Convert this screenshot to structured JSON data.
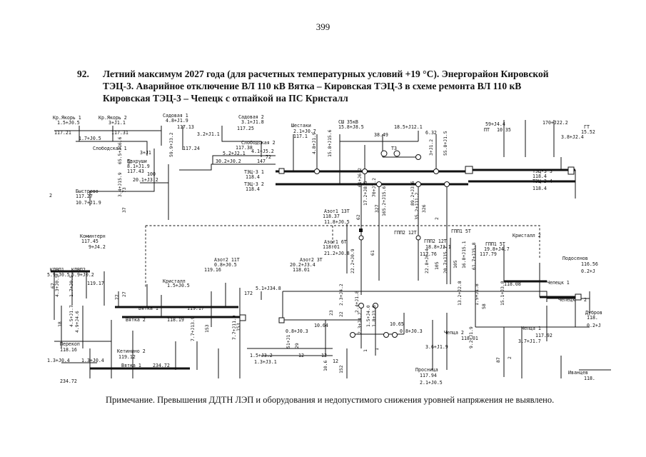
{
  "page_number": "399",
  "heading": {
    "number": "92.",
    "line1": "Летний максимум 2027 года (для расчетных температурных условий +19 °С). Энергорайон Кировской",
    "line2": "ТЭЦ-3. Аварийное отключение ВЛ 110 кВ Вятка – Кировская ТЭЦ-3 в схеме ремонта ВЛ 110 кВ",
    "line3": "Кировская ТЭЦ-3 – Чепецк с отпайкой на ПС Кристалл"
  },
  "scheme": {
    "labels": {
      "kr_yakor1": "Кр.Якорь 1",
      "kr_yakor1_flow": "1.5+J0.5",
      "kr_yakor1_u": "117.21",
      "kr_yakor2": "Кр.Якорь 2",
      "kr_yakor2_flow": "3+J1.1",
      "kr_yakor2_u": "117.31",
      "sadovaya1": "Садовая 1",
      "sadovaya1_flow": "4.8+J1.9",
      "sadovaya1_u": "117.13",
      "sadovaya2": "Садовая 2",
      "sadovaya2_flow": "3.1+J1.8",
      "sadovaya2_u": "117.25",
      "shestaki": "Шестаки",
      "shestaki_flow": "2.1+J0.7",
      "shestaki_u": "117.1",
      "sh_35": "СШ 35кВ",
      "sh_35_flow": "15.8+J8.5",
      "sh_35_u": "38.49",
      "t3": "Т3",
      "t3_flow": "18.5+J12.1",
      "t3_u": "6.32",
      "pt_flow": "59+J4.4",
      "pt": "ПТ",
      "pt_u": "10.35",
      "gt_flow": "170+J22.2",
      "gt": "ГТ",
      "gt_u": "15.52",
      "gt_sn": "3.8+J2.4",
      "flow_1_7": "1.7+J0.5",
      "flow_3_2": "3.2+J1.1",
      "slobodskaya1": "Слободская 1",
      "slobodskaya1_flow": "3+J1",
      "slobodskaya1_u": "117.24",
      "slobodskaya2": "Слободская 2",
      "slobodskaya2_u": "117.38",
      "flow_5_2": "5.2+J2.1",
      "flow_4_1": "4.1+J5.2",
      "n72": "72",
      "vakhrushi": "Вахруши",
      "vakhrushi_flow": "8.1+J1.9",
      "vakhrushi_u": "117.43",
      "n100": "100",
      "flow_20_1": "20.1+J3.2",
      "flow_30_2": "30.2+J0.2",
      "n147": "147",
      "tec3_1": "ТЭЦ-3 1",
      "tec3_1_u": "118.4",
      "tec3_2": "ТЭЦ-3 2",
      "tec3_2_u": "118.4",
      "tec3_3": "ТЭЦ-3 3",
      "tec3_3_u": "118.4",
      "tec3_4": "ТЭЦ-3 4",
      "tec3_4_u": "118.4",
      "n2_left": "2",
      "bystrovo": "Быстрово",
      "bystrovo_u": "117.27",
      "bystrovo_flow": "10.7+J1.9",
      "azot1_13t": "Азот1 13Т",
      "azot1_13t_u": "118.37",
      "azot1_13t_flow": "11.8+J0.5",
      "kominterm": "Коминтерн",
      "kominterm_u": "117.45",
      "kominterm_flow": "9+J4.2",
      "gpp2_12t": "ГПП2 12Т",
      "gpp1_5t": "ГПП1 5Т",
      "kristall2": "Кристалл 2",
      "azot1_6t": "Азот1 6Т",
      "azot1_6t_u": "118.01",
      "azot1_6t_flow": "21.2+J0.8",
      "gpp2_12t_b": "ГПП2 12Т",
      "gpp2_12t_flow": "18.8+J3.1",
      "gpp2_12t_u": "117.76",
      "gpp1_5t_b": "ГПП1 5Т",
      "gpp1_5t_flow": "19.8+J4.7",
      "gpp1_5t_u": "117.79",
      "podosenovo": "Подосенов",
      "podosenovo_u": "116.56",
      "podosenovo_flow": "0.2+J",
      "azot2_11t": "Азот2 11Т",
      "azot2_11t_flow": "0.8+J0.5",
      "azot2_11t_u": "119.16",
      "azot2_3t": "Азот2 3Т",
      "azot2_3t_flow": "20.2+J3.4",
      "azot2_3t_u": "118.01",
      "kdvp1": "КДВП1",
      "kdvp2": "КДВП2",
      "kdvp_flow": "5.9+J0.5",
      "kdvp_flow2": "5.9+J0.2",
      "kdvp_u": "119.17",
      "kristall": "Кристалл",
      "kristall_flow": "1.5+J0.5",
      "flow_5_1": "5.1+J34.8",
      "n172": "172",
      "kristall2_u": "118.08",
      "chepetsk_top": "Чепецк 1",
      "chepetsk": "Чепецк",
      "n2_right": "2",
      "vyatka1": "Вятка 1",
      "vyatka1_u": "119.17",
      "vyatka2": "Вятка 2",
      "vyatka2_u": "118.19",
      "dubrovo": "Дубров",
      "dubrovo_u": "118.",
      "dubrovo_flow": "0.2+J",
      "n10_64": "10.64",
      "n10_65": "10.65",
      "flow_0_8a": "0.8+J0.3",
      "flow_0_8b": "0.8+J0.3",
      "chepa2": "Чепца 2",
      "chepa2_u": "118.01",
      "chepa1": "Чепца 1",
      "chepa1_u": "117.92",
      "chepa1_flow": "3.7+J1.7",
      "flow_3_6": "3.6+J1.9",
      "perekop": "Перекоп",
      "perekop_u": "118.16",
      "ketinino2": "Кетинино 2",
      "ketinino2_u": "119.12",
      "flow_1_3a": "1.3+J0.4",
      "flow_1_3b": "1.3+J0.4",
      "flow_1_5": "1.5+J3.2",
      "flow_1_3c": "1.3+J3.1",
      "n12a": "12",
      "n12b": "12",
      "n12c": "12",
      "vyatka1_b": "Вятка 1",
      "vyatka1_b_u": "234.72",
      "vyatka_bot_u": "234.72",
      "ivantsevo": "Иванцев",
      "ivantsevo_u": "118.",
      "prosnitsa": "Просница",
      "prosnitsa_u": "117.94",
      "prosnitsa_flow": "2.1+J0.5"
    },
    "vlabels": [
      "65.5+J16.6",
      "57",
      "59.9+J3.2",
      "4.8+J1.9",
      "15.8+J15.6",
      "61+J6.2",
      "17.2+J8.5",
      "70+J7.2",
      "165.2+J15.6",
      "89.2+J3.6",
      "3+J1.2",
      "55.8+J1.5",
      "73",
      "37",
      "27",
      "3.4+J15.9",
      "62",
      "22.2+J0.9",
      "61",
      "327",
      "35.2+J11.2",
      "326",
      "2",
      "22.8+J6.4",
      "105",
      "20.7+J15.7",
      "105",
      "16.8+J15.1",
      "61.7+J15.8",
      "7.7+J13.9",
      "153",
      "7.7+J11.9",
      "153",
      "51+J1",
      "29",
      "1.7+J0.5",
      "4.3+J0.5",
      "4.5+J1.7",
      "4.9+J4.6",
      "2.3+J4.2",
      "13.2+J2.8",
      "1.5+J1.8",
      "15.1+J3.8",
      "23",
      "22",
      "2.4+J1.8",
      "2.3+J4.2",
      "1.5+J4.0",
      "1.8+J3.8",
      "9.2+J1.9",
      "58",
      "1",
      "1",
      "87",
      "2",
      "10.6",
      "152",
      "18",
      "67",
      "77"
    ]
  },
  "note": "Примечание. Превышения ДДТН ЛЭП и оборудования и недопустимого снижения уровней напряжения не выявлено."
}
